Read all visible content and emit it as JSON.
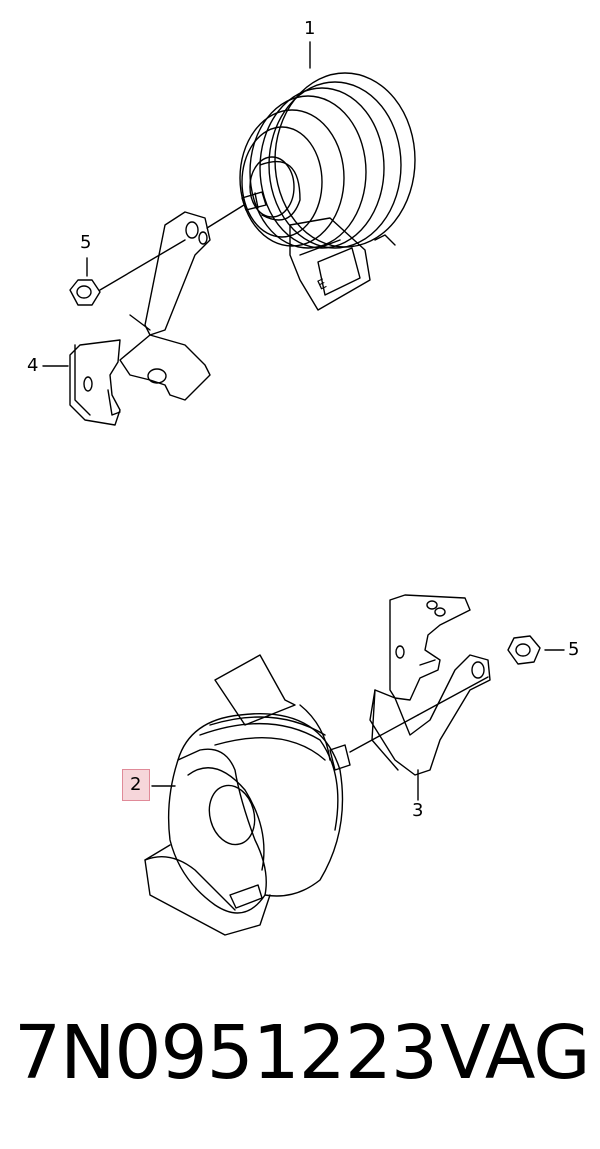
{
  "callouts": {
    "c1": "1",
    "c2": "2",
    "c3": "3",
    "c4": "4",
    "c5_top": "5",
    "c5_bottom": "5"
  },
  "horn_stamp": "E",
  "footer": {
    "part_number": "7N0951223",
    "brand": "VAG"
  },
  "highlight_color": "#f6d6da"
}
